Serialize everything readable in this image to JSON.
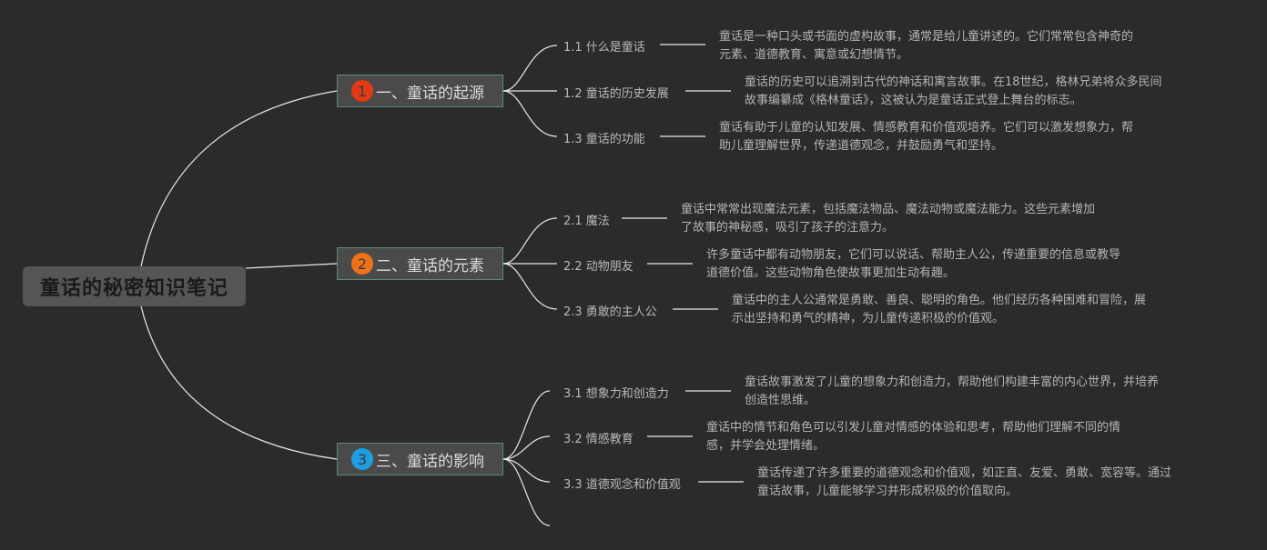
{
  "root": {
    "title": "童话的秘密知识笔记"
  },
  "sections": [
    {
      "num": "1",
      "color": "#e23a14",
      "label": "一、童话的起源",
      "items": [
        {
          "label": "1.1 什么是童话",
          "desc1": "童话是一种口头或书面的虚构故事，通常是给儿童讲述的。它们常常包含神奇的",
          "desc2": "元素、道德教育、寓意或幻想情节。"
        },
        {
          "label": "1.2 童话的历史发展",
          "desc1": "童话的历史可以追溯到古代的神话和寓言故事。在18世纪，格林兄弟将众多民间",
          "desc2": "故事编纂成《格林童话》，这被认为是童话正式登上舞台的标志。"
        },
        {
          "label": "1.3 童话的功能",
          "desc1": "童话有助于儿童的认知发展、情感教育和价值观培养。它们可以激发想象力，帮",
          "desc2": "助儿童理解世界，传递道德观念，并鼓励勇气和坚持。"
        }
      ]
    },
    {
      "num": "2",
      "color": "#ee7218",
      "label": "二、童话的元素",
      "items": [
        {
          "label": "2.1 魔法",
          "desc1": "童话中常常出现魔法元素，包括魔法物品、魔法动物或魔法能力。这些元素增加",
          "desc2": "了故事的神秘感，吸引了孩子的注意力。"
        },
        {
          "label": "2.2 动物朋友",
          "desc1": "许多童话中都有动物朋友，它们可以说话、帮助主人公，传递重要的信息或教导",
          "desc2": "道德价值。这些动物角色使故事更加生动有趣。"
        },
        {
          "label": "2.3 勇敢的主人公",
          "desc1": "童话中的主人公通常是勇敢、善良、聪明的角色。他们经历各种困难和冒险，展",
          "desc2": "示出坚持和勇气的精神，为儿童传递积极的价值观。"
        }
      ]
    },
    {
      "num": "3",
      "color": "#1e9de0",
      "label": "三、童话的影响",
      "items": [
        {
          "label": "3.1 想象力和创造力",
          "desc1": "童话故事激发了儿童的想象力和创造力，帮助他们构建丰富的内心世界，并培养",
          "desc2": "创造性思维。"
        },
        {
          "label": "3.2 情感教育",
          "desc1": "童话中的情节和角色可以引发儿童对情感的体验和思考，帮助他们理解不同的情",
          "desc2": "感，并学会处理情绪。"
        },
        {
          "label": "3.3 道德观念和价值观",
          "desc1": "童话传递了许多重要的道德观念和价值观，如正直、友爱、勇敢、宽容等。通过",
          "desc2": "童话故事，儿童能够学习并形成积极的价值取向。"
        }
      ]
    }
  ]
}
